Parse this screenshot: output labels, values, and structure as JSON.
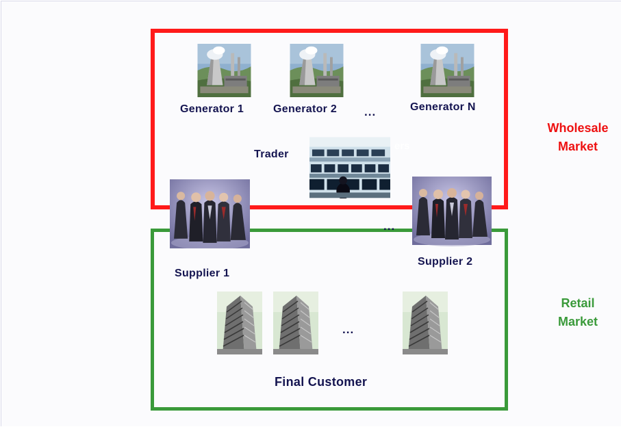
{
  "generators": [
    {
      "label": "Generator 1"
    },
    {
      "label": "Generator 2"
    },
    {
      "label": "Generator N"
    }
  ],
  "generators_ellipsis": "...",
  "trader": {
    "label": "Trader",
    "overlay_text": "ers"
  },
  "suppliers": [
    {
      "label": "Supplier 1"
    },
    {
      "label": "Supplier 2"
    }
  ],
  "suppliers_ellipsis": "...",
  "customers_ellipsis": "...",
  "final_customer": {
    "label": "Final Customer"
  },
  "wholesale_market": {
    "line1": "Wholesale",
    "line2": "Market",
    "color": "#ee1111"
  },
  "retail_market": {
    "line1": "Retail",
    "line2": "Market",
    "color": "#3a9a3a"
  },
  "colors": {
    "wholesale_border": "#ff1a1a",
    "retail_border": "#3a9a3a",
    "label_text": "#141450"
  },
  "icons": {
    "generator": "power-plant-photo",
    "trader": "trading-floor-photo",
    "supplier": "business-people-photo",
    "customer": "office-building-photo"
  }
}
